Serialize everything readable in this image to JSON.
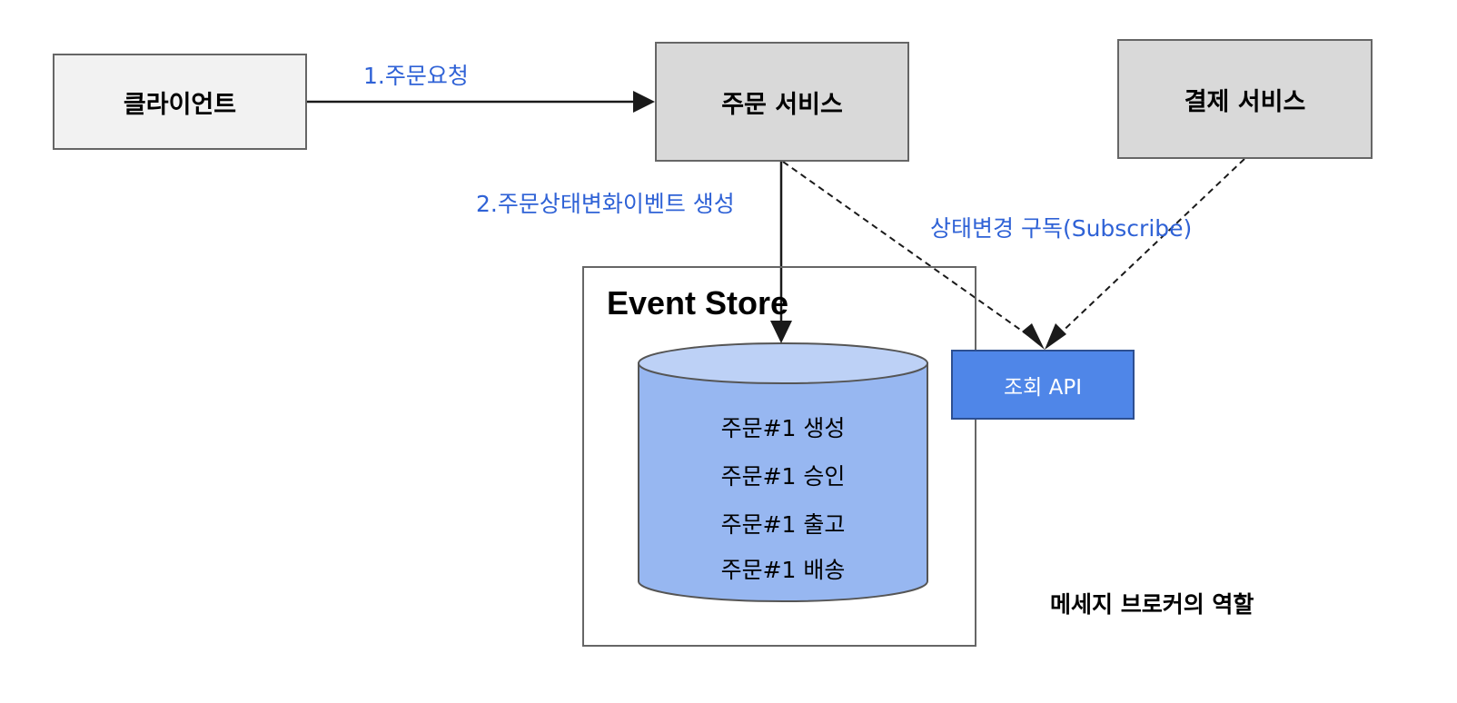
{
  "nodes": {
    "client": "클라이언트",
    "order_service": "주문 서비스",
    "payment_service": "결제 서비스",
    "event_store": "Event Store",
    "query_api": "조회 API"
  },
  "edges": {
    "order_request": "1.주문요청",
    "event_create": "2.주문상태변화이벤트 생성",
    "subscribe": "상태변경 구독(Subscribe)"
  },
  "events": [
    "주문#1 생성",
    "주문#1 승인",
    "주문#1 출고",
    "주문#1 배송"
  ],
  "caption": "메세지 브로커의 역할",
  "colors": {
    "label_blue": "#2f62d6",
    "cylinder_body": "#97b7f1",
    "cylinder_top": "#bdd1f6",
    "query_api_fill": "#4f86e8",
    "box_gray": "#d9d9d9",
    "box_light": "#f2f2f2"
  }
}
